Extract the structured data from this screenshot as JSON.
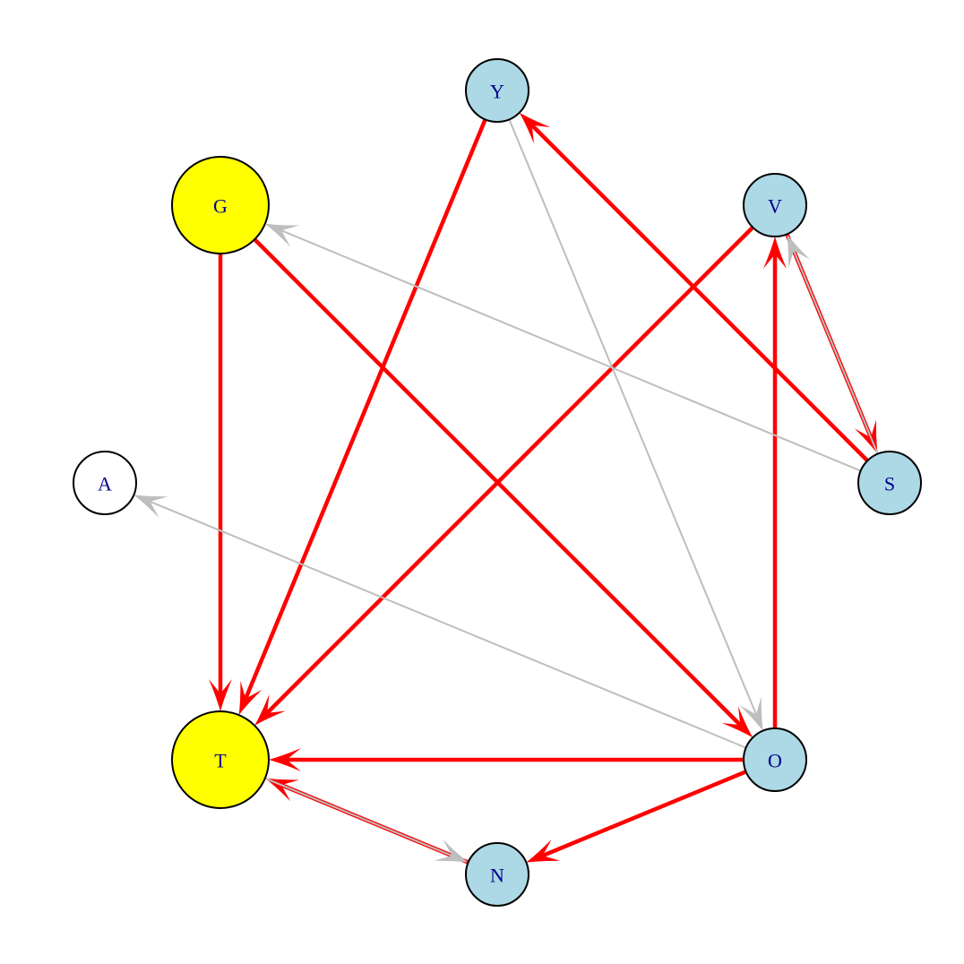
{
  "colors": {
    "background": "#ffffff",
    "edge_red": "#ff0000",
    "edge_gray": "#bebebe",
    "label": "#00008b",
    "node_stroke": "#000000"
  },
  "nodes": [
    {
      "id": "Y",
      "label": "Y",
      "fill": "#add8e6"
    },
    {
      "id": "G",
      "label": "G",
      "fill": "#ffff00"
    },
    {
      "id": "V",
      "label": "V",
      "fill": "#add8e6"
    },
    {
      "id": "A",
      "label": "A",
      "fill": "#ffffff"
    },
    {
      "id": "S",
      "label": "S",
      "fill": "#add8e6"
    },
    {
      "id": "T",
      "label": "T",
      "fill": "#ffff00"
    },
    {
      "id": "O",
      "label": "O",
      "fill": "#add8e6"
    },
    {
      "id": "N",
      "label": "N",
      "fill": "#add8e6"
    }
  ],
  "edges": [
    {
      "from": "G",
      "to": "T",
      "color": "red"
    },
    {
      "from": "Y",
      "to": "T",
      "color": "red"
    },
    {
      "from": "V",
      "to": "T",
      "color": "red"
    },
    {
      "from": "O",
      "to": "T",
      "color": "red"
    },
    {
      "from": "G",
      "to": "O",
      "color": "red"
    },
    {
      "from": "S",
      "to": "Y",
      "color": "red"
    },
    {
      "from": "V",
      "to": "S",
      "color": "red"
    },
    {
      "from": "O",
      "to": "V",
      "color": "red"
    },
    {
      "from": "O",
      "to": "N",
      "color": "red"
    },
    {
      "from": "N",
      "to": "T",
      "color": "red"
    },
    {
      "from": "Y",
      "to": "O",
      "color": "gray"
    },
    {
      "from": "S",
      "to": "G",
      "color": "gray"
    },
    {
      "from": "S",
      "to": "V",
      "color": "gray"
    },
    {
      "from": "O",
      "to": "A",
      "color": "gray"
    },
    {
      "from": "T",
      "to": "N",
      "color": "gray"
    }
  ]
}
